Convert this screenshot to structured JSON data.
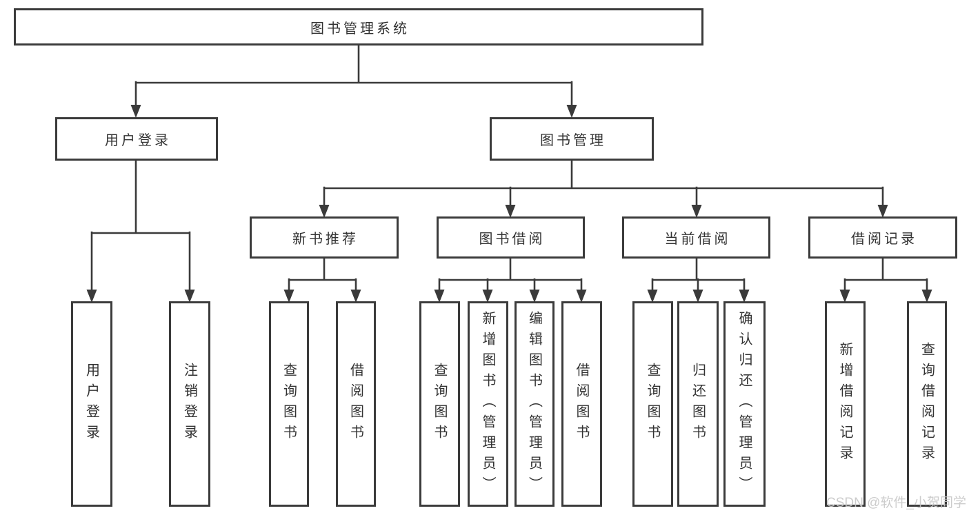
{
  "tree": {
    "root": {
      "label": "图书管理系统",
      "children": [
        {
          "label": "用户登录",
          "children": [
            {
              "label": "用户登录"
            },
            {
              "label": "注销登录"
            }
          ]
        },
        {
          "label": "图书管理",
          "children": [
            {
              "label": "新书推荐",
              "children": [
                {
                  "label": "查询图书"
                },
                {
                  "label": "借阅图书"
                }
              ]
            },
            {
              "label": "图书借阅",
              "children": [
                {
                  "label": "查询图书"
                },
                {
                  "label": "新增图书（管理员）"
                },
                {
                  "label": "编辑图书（管理员）"
                },
                {
                  "label": "借阅图书"
                }
              ]
            },
            {
              "label": "当前借阅",
              "children": [
                {
                  "label": "查询图书"
                },
                {
                  "label": "归还图书"
                },
                {
                  "label": "确认归还（管理员）"
                }
              ]
            },
            {
              "label": "借阅记录",
              "children": [
                {
                  "label": "新增借阅记录"
                },
                {
                  "label": "查询借阅记录"
                }
              ]
            }
          ]
        }
      ]
    }
  },
  "watermark": "CSDN @软件_小贺同学",
  "colors": {
    "line": "#3a3a3a",
    "border": "#3b3b3b",
    "text": "#333333",
    "watermark": "#c7c7c7",
    "background": "#ffffff"
  }
}
